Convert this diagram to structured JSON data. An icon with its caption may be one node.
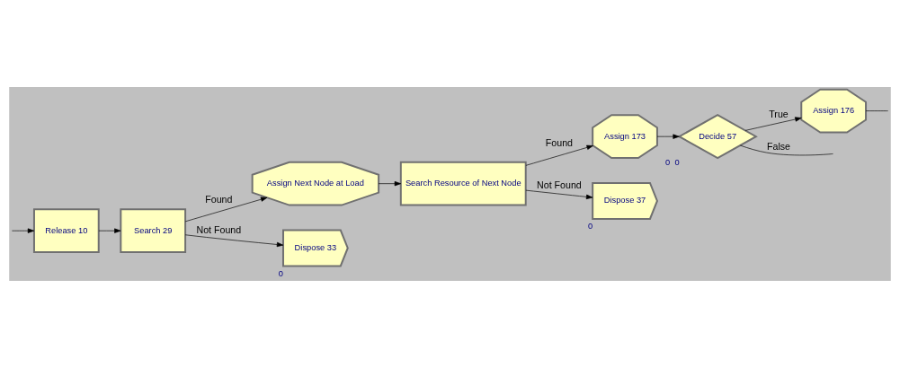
{
  "diagram": {
    "nodes": [
      {
        "text": [
          "Release 10"
        ]
      },
      {
        "text": [
          "Search 29"
        ]
      },
      {
        "text": [
          "Assign Next Node at Load"
        ]
      },
      {
        "text": [
          "Search Resource of Next Node"
        ]
      },
      {
        "text": [
          "Assign 173"
        ]
      },
      {
        "text": [
          "Decide 57"
        ],
        "beside": [
          "0",
          "0"
        ]
      },
      {
        "text": [
          "Assign 176"
        ]
      },
      {
        "text": [
          "Dispose 33"
        ],
        "beside": [
          "0"
        ]
      },
      {
        "text": [
          "Dispose 37"
        ],
        "beside": [
          "0"
        ]
      }
    ],
    "edges": [
      {
        "from": null,
        "to": 0,
        "arrow": "to"
      },
      {
        "from": 0,
        "to": 1,
        "arrow": "to"
      },
      {
        "from": 1,
        "to": 2,
        "label": "Found",
        "arrow": "to"
      },
      {
        "from": 1,
        "to": 7,
        "label": "Not Found",
        "arrow": "to"
      },
      {
        "from": 2,
        "to": 3,
        "arrow": "to"
      },
      {
        "from": 3,
        "to": 4,
        "label": "Found",
        "arrow": "to"
      },
      {
        "from": 3,
        "to": 8,
        "label": "Not Found",
        "arrow": "to"
      },
      {
        "from": 4,
        "to": 5,
        "arrow": "to"
      },
      {
        "from": 5,
        "to": 6,
        "label": "True",
        "arrow": "to"
      },
      {
        "from": 5,
        "to": null,
        "label": "False",
        "arrow": "none"
      },
      {
        "from": 6,
        "to": null,
        "arrow": "none"
      }
    ]
  }
}
